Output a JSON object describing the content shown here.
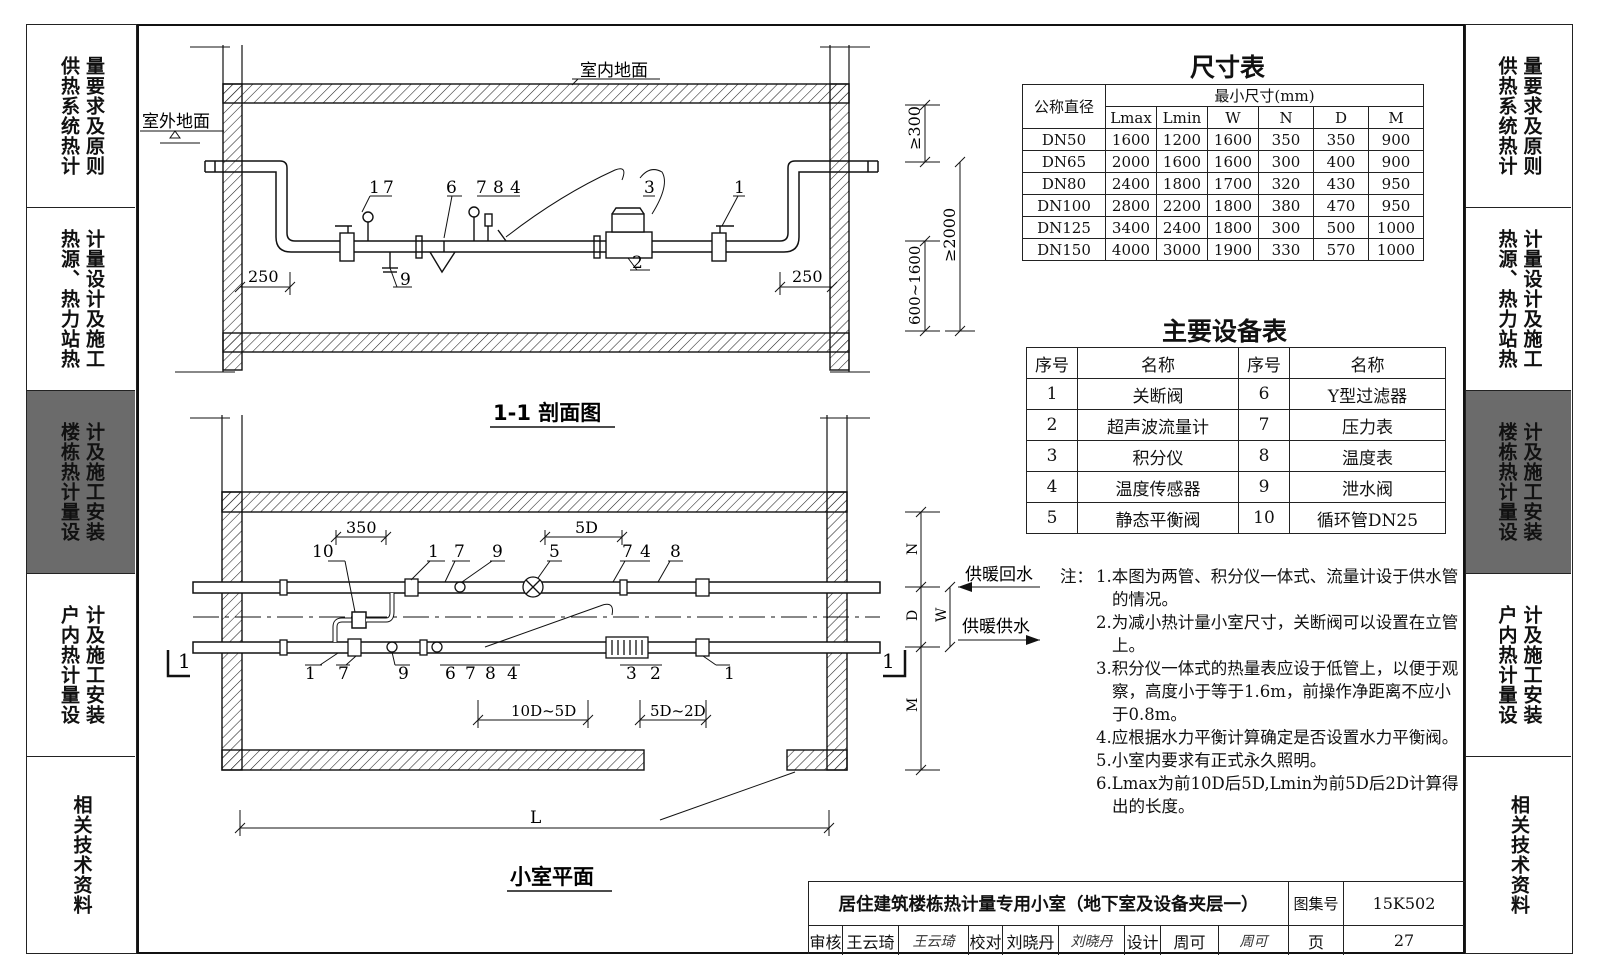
{
  "side_tabs": [
    {
      "lines": [
        "供热系统热计",
        "量要求及原则"
      ],
      "active": false
    },
    {
      "lines": [
        "热源、热力站热",
        "计量设计及施工"
      ],
      "active": false
    },
    {
      "lines": [
        "楼栋热计量设",
        "计及施工安装"
      ],
      "active": true
    },
    {
      "lines": [
        "户内热计量设",
        "计及施工安装"
      ],
      "active": false
    },
    {
      "lines": [
        "相关技术资料"
      ],
      "active": false
    }
  ],
  "section": {
    "title": "1-1 剖面图",
    "indoor_floor": "室内地面",
    "outdoor_ground": "室外地面",
    "dim_300": "≥300",
    "dim_2000": "≥2000",
    "dim_600_1600": "600~1600",
    "dim_250_left": "250",
    "dim_250_right": "250",
    "labels": [
      "1",
      "7",
      "6",
      "7",
      "8",
      "4",
      "3",
      "1",
      "2",
      "9"
    ]
  },
  "plan": {
    "title": "小室平面",
    "return_label": "供暖回水",
    "supply_label": "供暖供水",
    "dim_350": "350",
    "dim_5d": "5D",
    "dim_10d_5d": "10D~5D",
    "dim_5d_2d": "5D~2D",
    "dim_L": "L",
    "dim_N": "N",
    "dim_D": "D",
    "dim_W": "W",
    "dim_M": "M",
    "section_mark": "1",
    "top_labels": [
      "10",
      "1",
      "7",
      "9",
      "5",
      "7",
      "4",
      "8"
    ],
    "bottom_labels": [
      "1",
      "7",
      "9",
      "6",
      "7",
      "8",
      "4",
      "3",
      "2",
      "1"
    ]
  },
  "dimension_table": {
    "title": "尺寸表",
    "header_main": "公称直径",
    "header_group": "最小尺寸(mm)",
    "columns": [
      "Lmax",
      "Lmin",
      "W",
      "N",
      "D",
      "M"
    ],
    "rows": [
      [
        "DN50",
        "1600",
        "1200",
        "1600",
        "350",
        "350",
        "900"
      ],
      [
        "DN65",
        "2000",
        "1600",
        "1600",
        "300",
        "400",
        "900"
      ],
      [
        "DN80",
        "2400",
        "1800",
        "1700",
        "320",
        "430",
        "950"
      ],
      [
        "DN100",
        "2800",
        "2200",
        "1800",
        "380",
        "470",
        "950"
      ],
      [
        "DN125",
        "3400",
        "2400",
        "1800",
        "300",
        "500",
        "1000"
      ],
      [
        "DN150",
        "4000",
        "3000",
        "1900",
        "330",
        "570",
        "1000"
      ]
    ]
  },
  "equipment_table": {
    "title": "主要设备表",
    "headers": [
      "序号",
      "名称",
      "序号",
      "名称"
    ],
    "rows": [
      [
        "1",
        "关断阀",
        "6",
        "Y型过滤器"
      ],
      [
        "2",
        "超声波流量计",
        "7",
        "压力表"
      ],
      [
        "3",
        "积分仪",
        "8",
        "温度表"
      ],
      [
        "4",
        "温度传感器",
        "9",
        "泄水阀"
      ],
      [
        "5",
        "静态平衡阀",
        "10",
        "循环管DN25"
      ]
    ]
  },
  "notes": {
    "lead": "注：",
    "items": [
      "1.本图为两管、积分仪一体式、流量计设于供水管的情况。",
      "2.为减小热计量小室尺寸，关断阀可以设置在立管上。",
      "3.积分仪一体式的热量表应设于低管上，以便于观察，高度小于等于1.6m，前操作净距离不应小于0.8m。",
      "4.应根据水力平衡计算确定是否设置水力平衡阀。",
      "5.小室内要求有正式永久照明。",
      "6.Lmax为前10D后5D,Lmin为前5D后2D计算得出的长度。"
    ]
  },
  "title_block": {
    "drawing_title": "居住建筑楼栋热计量专用小室（地下室及设备夹层一）",
    "atlas_label": "图集号",
    "atlas_no": "15K502",
    "review_label": "审核",
    "reviewer": "王云琦",
    "reviewer_sig": "王云琦",
    "check_label": "校对",
    "checker": "刘晓丹",
    "checker_sig": "刘晓丹",
    "design_label": "设计",
    "designer": "周可",
    "designer_sig": "周可",
    "page_label": "页",
    "page_no": "27"
  }
}
